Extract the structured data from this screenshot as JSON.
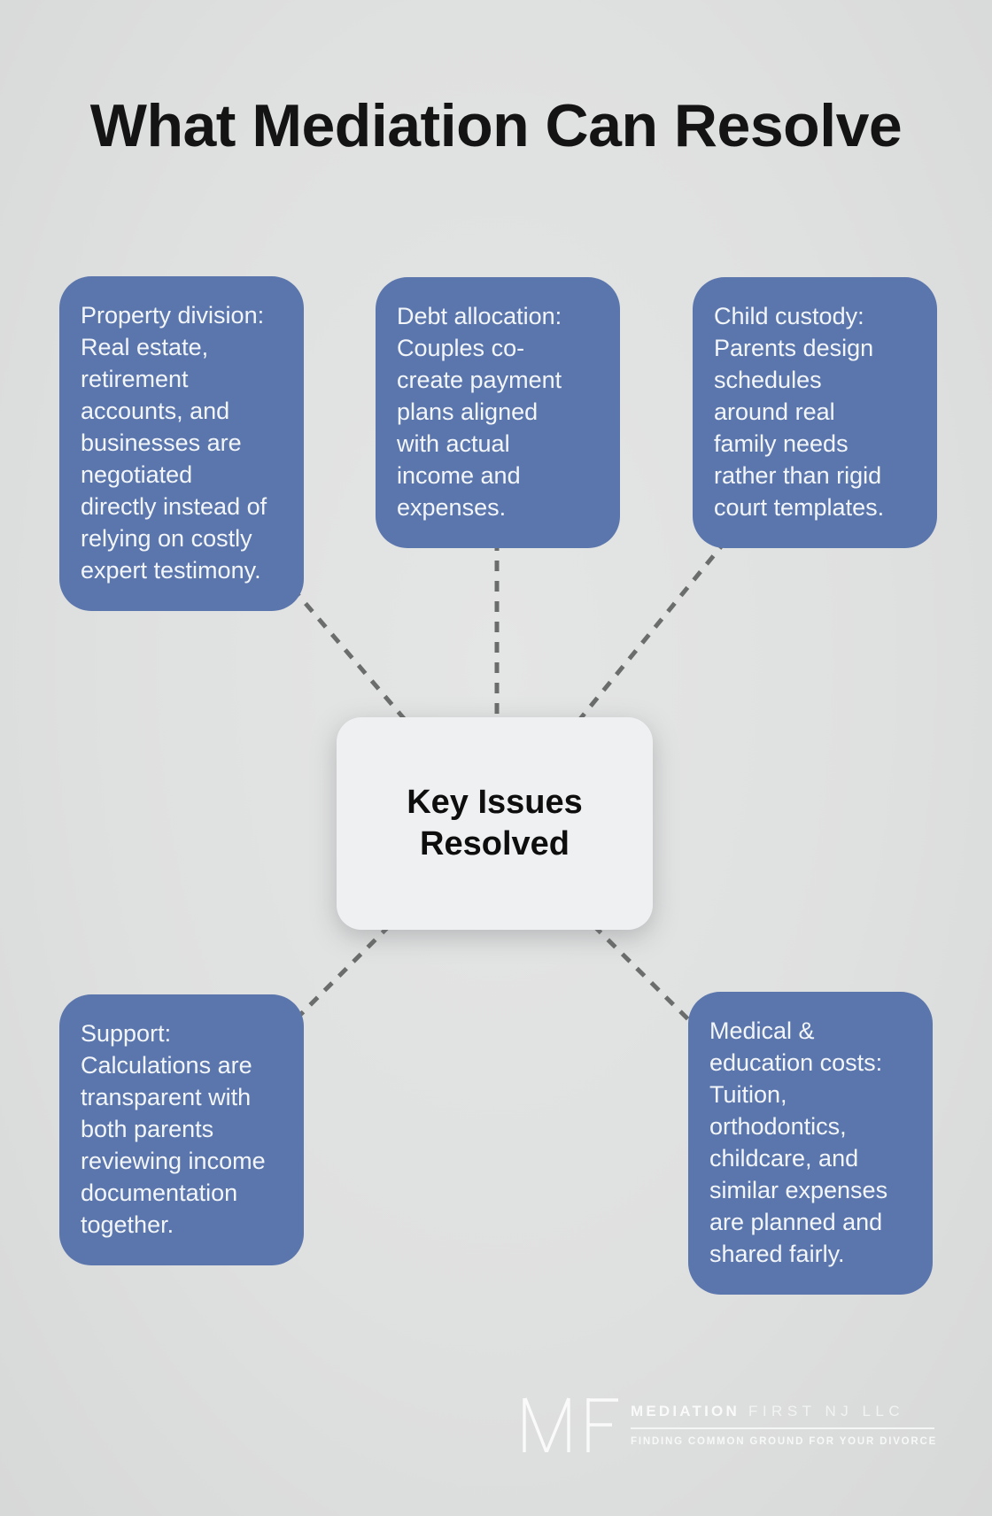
{
  "title": "What Mediation Can Resolve",
  "center_node": {
    "label": "Key Issues Resolved"
  },
  "nodes": [
    {
      "id": "property-division",
      "text": "Property division: Real estate, retirement accounts, and businesses are negotiated directly instead of relying on costly expert testimony."
    },
    {
      "id": "debt-allocation",
      "text": "Debt allocation: Couples co-create payment plans aligned with actual income and expenses."
    },
    {
      "id": "child-custody",
      "text": "Child custody: Parents design schedules around real family needs rather than rigid court templates."
    },
    {
      "id": "support",
      "text": "Support: Calculations are transparent with both parents reviewing income documentation together."
    },
    {
      "id": "medical-education-costs",
      "text": "Medical & education costs: Tuition, orthodontics, childcare, and similar expenses are planned and shared fairly."
    }
  ],
  "footer": {
    "monogram": "MF",
    "brand_name_bold": "MEDIATION",
    "brand_name_light": "FIRST NJ LLC",
    "tagline": "FINDING COMMON GROUND FOR YOUR DIVORCE"
  },
  "colors": {
    "background": "#dfe0e0",
    "node_fill": "#5b76ad",
    "node_text": "#f3f6f9",
    "center_fill": "#eff0f2",
    "center_text": "#0e0e0e",
    "connector": "#5f6060",
    "title": "#141414",
    "footer_text": "#fafafa"
  }
}
